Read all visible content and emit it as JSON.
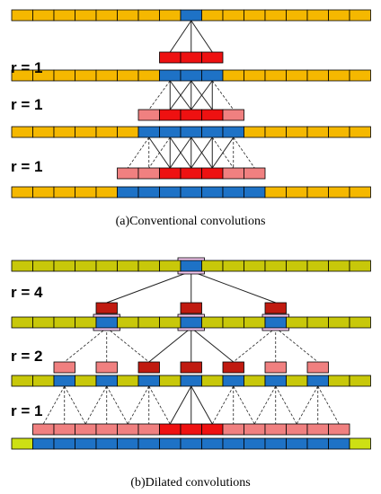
{
  "colors": {
    "yellow": "#f5b800",
    "blue": "#1e72c6",
    "red": "#ee1111",
    "pink": "#f08080",
    "dark_red": "#c01a10",
    "olive": "#c8c80a",
    "lime": "#cde014",
    "magenta_tint": "#f6c8f2",
    "line": "#222222"
  },
  "panel_a": {
    "caption": "(a)Conventional convolutions",
    "rate_labels": [
      "r = 1",
      "r = 1",
      "r = 1"
    ]
  },
  "panel_b": {
    "caption": "(b)Dilated convolutions",
    "rate_labels": [
      "r = 4",
      "r = 2",
      "r = 1"
    ]
  }
}
